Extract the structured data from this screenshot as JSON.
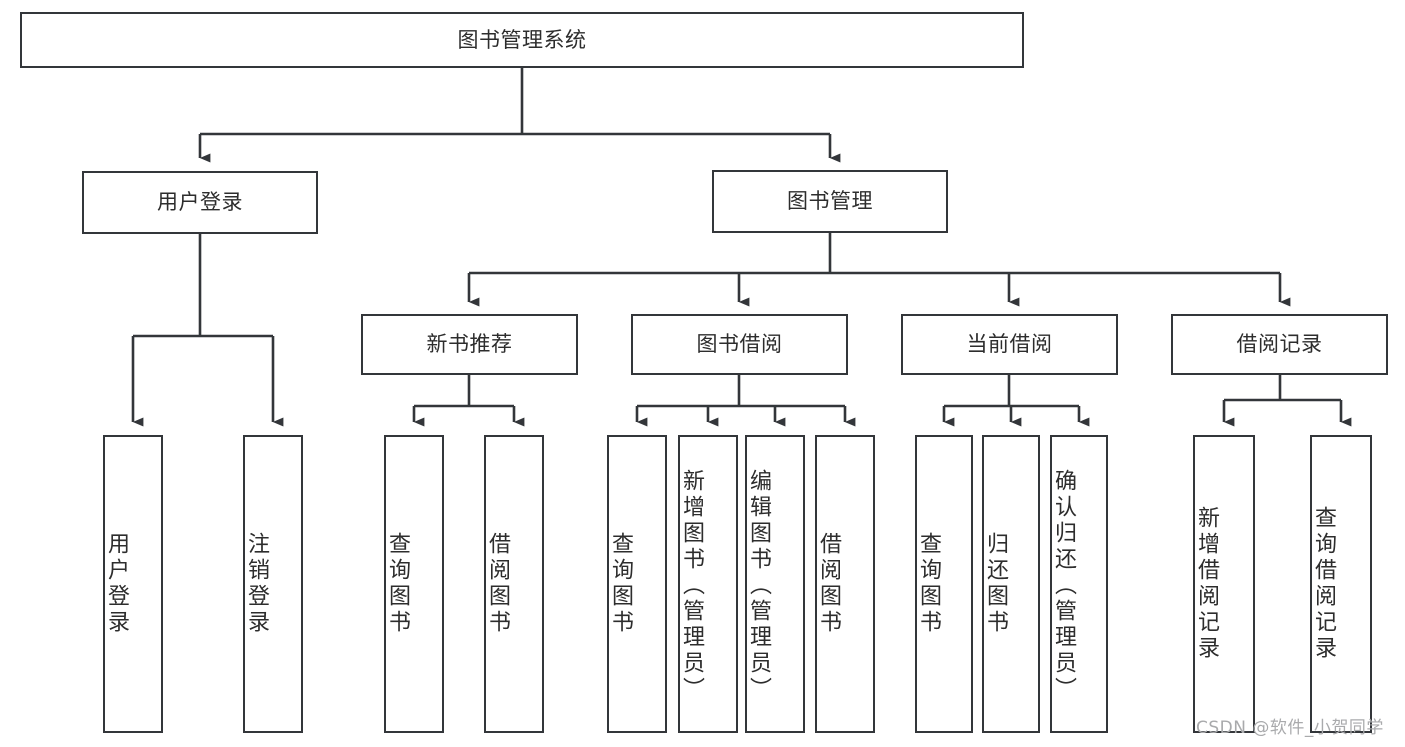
{
  "diagram": {
    "title": "图书管理系统",
    "stroke_color": "#33363a",
    "text_color": "#2d2d2d",
    "background": "#ffffff",
    "root": {
      "id": "root",
      "label": "图书管理系统"
    },
    "level2": [
      {
        "id": "user-login",
        "label": "用户登录"
      },
      {
        "id": "book-management",
        "label": "图书管理"
      }
    ],
    "level3": [
      {
        "id": "new-book-recommend",
        "label": "新书推荐",
        "parent": "book-management"
      },
      {
        "id": "book-borrow",
        "label": "图书借阅",
        "parent": "book-management"
      },
      {
        "id": "current-borrow",
        "label": "当前借阅",
        "parent": "book-management"
      },
      {
        "id": "borrow-record",
        "label": "借阅记录",
        "parent": "book-management"
      }
    ],
    "leaves": {
      "user-login": [
        {
          "id": "leaf-user-login",
          "label": "用户登录"
        },
        {
          "id": "leaf-logout-login",
          "label": "注销登录"
        }
      ],
      "new-book-recommend": [
        {
          "id": "leaf-query-book-1",
          "label": "查询图书"
        },
        {
          "id": "leaf-borrow-book-1",
          "label": "借阅图书"
        }
      ],
      "book-borrow": [
        {
          "id": "leaf-query-book-2",
          "label": "查询图书"
        },
        {
          "id": "leaf-add-book",
          "label": "新增图书（管理员）"
        },
        {
          "id": "leaf-edit-book",
          "label": "编辑图书（管理员）"
        },
        {
          "id": "leaf-borrow-book-2",
          "label": "借阅图书"
        }
      ],
      "current-borrow": [
        {
          "id": "leaf-query-book-3",
          "label": "查询图书"
        },
        {
          "id": "leaf-return-book",
          "label": "归还图书"
        },
        {
          "id": "leaf-confirm-return",
          "label": "确认归还（管理员）"
        }
      ],
      "borrow-record": [
        {
          "id": "leaf-add-record",
          "label": "新增借阅记录"
        },
        {
          "id": "leaf-query-record",
          "label": "查询借阅记录"
        }
      ]
    }
  },
  "watermark": {
    "text": "CSDN @软件_小贺同学"
  }
}
